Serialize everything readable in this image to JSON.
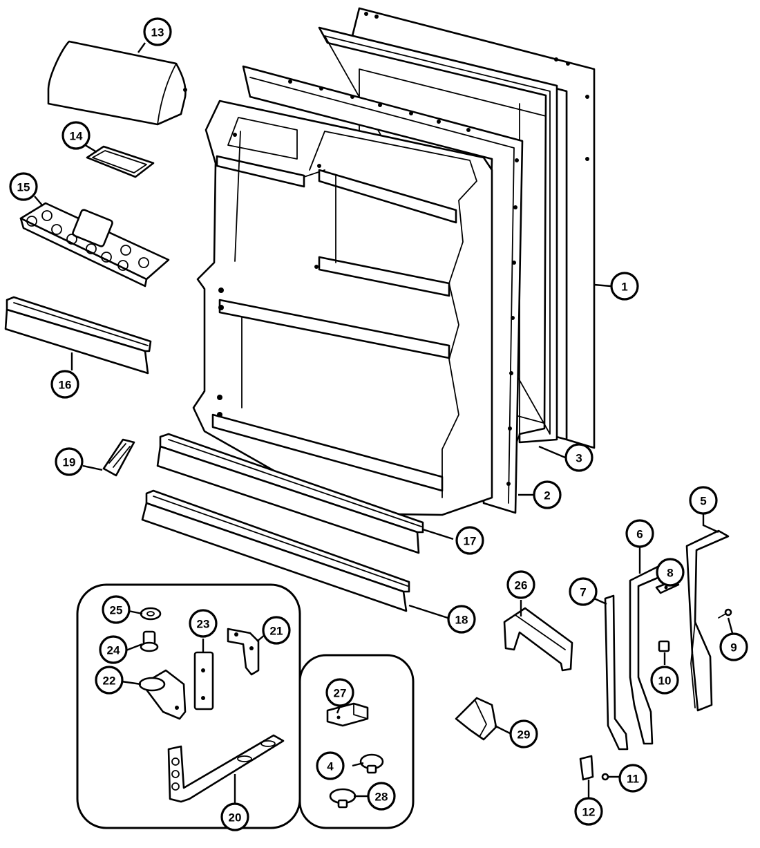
{
  "diagram": {
    "callouts": [
      {
        "id": "c1",
        "label": "1"
      },
      {
        "id": "c2",
        "label": "2"
      },
      {
        "id": "c3",
        "label": "3"
      },
      {
        "id": "c4",
        "label": "4"
      },
      {
        "id": "c5",
        "label": "5"
      },
      {
        "id": "c6",
        "label": "6"
      },
      {
        "id": "c7",
        "label": "7"
      },
      {
        "id": "c8",
        "label": "8"
      },
      {
        "id": "c9",
        "label": "9"
      },
      {
        "id": "c10",
        "label": "10"
      },
      {
        "id": "c11",
        "label": "11"
      },
      {
        "id": "c12",
        "label": "12"
      },
      {
        "id": "c13",
        "label": "13"
      },
      {
        "id": "c14",
        "label": "14"
      },
      {
        "id": "c15",
        "label": "15"
      },
      {
        "id": "c16",
        "label": "16"
      },
      {
        "id": "c17",
        "label": "17"
      },
      {
        "id": "c18",
        "label": "18"
      },
      {
        "id": "c19",
        "label": "19"
      },
      {
        "id": "c20",
        "label": "20"
      },
      {
        "id": "c21",
        "label": "21"
      },
      {
        "id": "c22",
        "label": "22"
      },
      {
        "id": "c23",
        "label": "23"
      },
      {
        "id": "c24",
        "label": "24"
      },
      {
        "id": "c25",
        "label": "25"
      },
      {
        "id": "c26",
        "label": "26"
      },
      {
        "id": "c27",
        "label": "27"
      },
      {
        "id": "c28",
        "label": "28"
      },
      {
        "id": "c29",
        "label": "29"
      }
    ]
  }
}
